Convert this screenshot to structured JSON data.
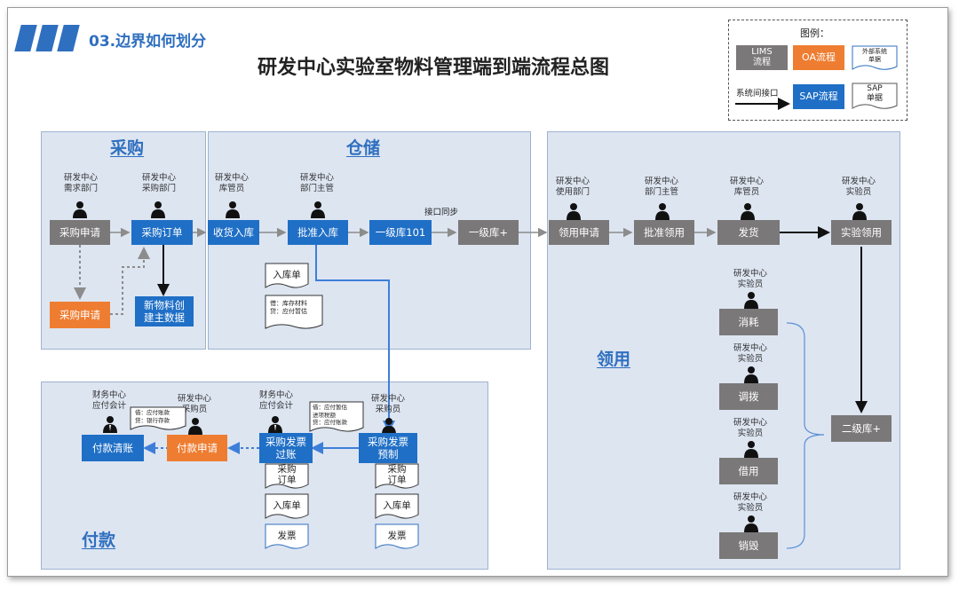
{
  "header": {
    "section_label": "03.边界如何划分",
    "title": "研发中心实验室物料管理端到端流程总图"
  },
  "legend": {
    "title": "图例：",
    "lims": "LIMS\n流程",
    "oa": "OA流程",
    "external_doc": "外部系统\n单据",
    "interface": "系统间接口",
    "sap": "SAP流程",
    "sap_doc": "SAP\n单据"
  },
  "panels": {
    "purchase": "采购",
    "storage": "仓储",
    "usage": "领用",
    "payment": "付款"
  },
  "roles": {
    "p_demand": "研发中心\n需求部门",
    "p_purchase": "研发中心\n采购部门",
    "s_keeper": "研发中心\n库管员",
    "s_supervisor": "研发中心\n部门主管",
    "u_user_dept": "研发中心\n使用部门",
    "u_supervisor": "研发中心\n部门主管",
    "u_keeper": "研发中心\n库管员",
    "u_lab": "研发中心\n实验员",
    "u_lab2": "研发中心\n实验员",
    "u_lab3": "研发中心\n实验员",
    "u_lab4": "研发中心\n实验员",
    "u_lab5": "研发中心\n实验员",
    "f_acct1": "财务中心\n应付会计",
    "f_buyer1": "研发中心\n采购员",
    "f_acct2": "财务中心\n应付会计",
    "f_buyer2": "研发中心\n采购员"
  },
  "boxes": {
    "purchase_request_gray": "采购申请",
    "purchase_order": "采购订单",
    "purchase_request_orange": "采购申请",
    "new_material": "新物料创\n建主数据",
    "receive": "收货入库",
    "approve_in": "批准入库",
    "level1_101": "一级库101",
    "level1_plus": "一级库+",
    "use_request": "领用申请",
    "approve_use": "批准领用",
    "ship": "发货",
    "lab_use": "实验领用",
    "consume": "消耗",
    "transfer": "调拨",
    "borrow": "借用",
    "destroy": "销毁",
    "level2_plus": "二级库+",
    "pay_clear": "付款清账",
    "pay_request": "付款申请",
    "invoice_post": "采购发票\n过账",
    "invoice_pre": "采购发票\n预制"
  },
  "docs": {
    "in_doc": "入库单",
    "in_note": "借：库存材料\n贷：应付暂估",
    "note_invoice": "借：应付暂估\n进项税额\n贷：应付账款",
    "note_pay": "借：应付账款\n贷：银行存款",
    "po1": "采购\n订单",
    "in1": "入库单",
    "inv1": "发票",
    "po2": "采购\n订单",
    "in2": "入库单",
    "inv2": "发票"
  },
  "labels": {
    "interface_sync": "接口同步"
  },
  "colors": {
    "lims_gray": "#7a7878",
    "sap_blue": "#1f6fc6",
    "oa_orange": "#ee7d31",
    "panel_bg": "#dde5f1",
    "title_blue": "#2f6fbf"
  }
}
